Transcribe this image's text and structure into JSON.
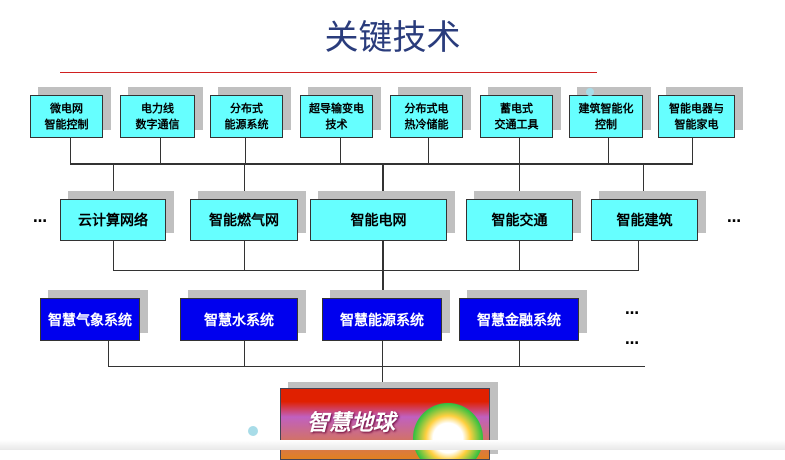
{
  "title": "关键技术",
  "top_row": [
    "微电网\n智能控制",
    "电力线\n数字通信",
    "分布式\n能源系统",
    "超导输变电\n技术",
    "分布式电\n热冷储能",
    "蓄电式\n交通工具",
    "建筑智能化\n控制",
    "智能电器与\n智能家电"
  ],
  "middle_row": [
    "云计算网络",
    "智能燃气网",
    "智能电网",
    "智能交通",
    "智能建筑"
  ],
  "bottom_row": [
    "智慧气象系统",
    "智慧水系统",
    "智慧能源系统",
    "智慧金融系统"
  ],
  "ellipsis": "…",
  "earth_label": "智慧地球"
}
